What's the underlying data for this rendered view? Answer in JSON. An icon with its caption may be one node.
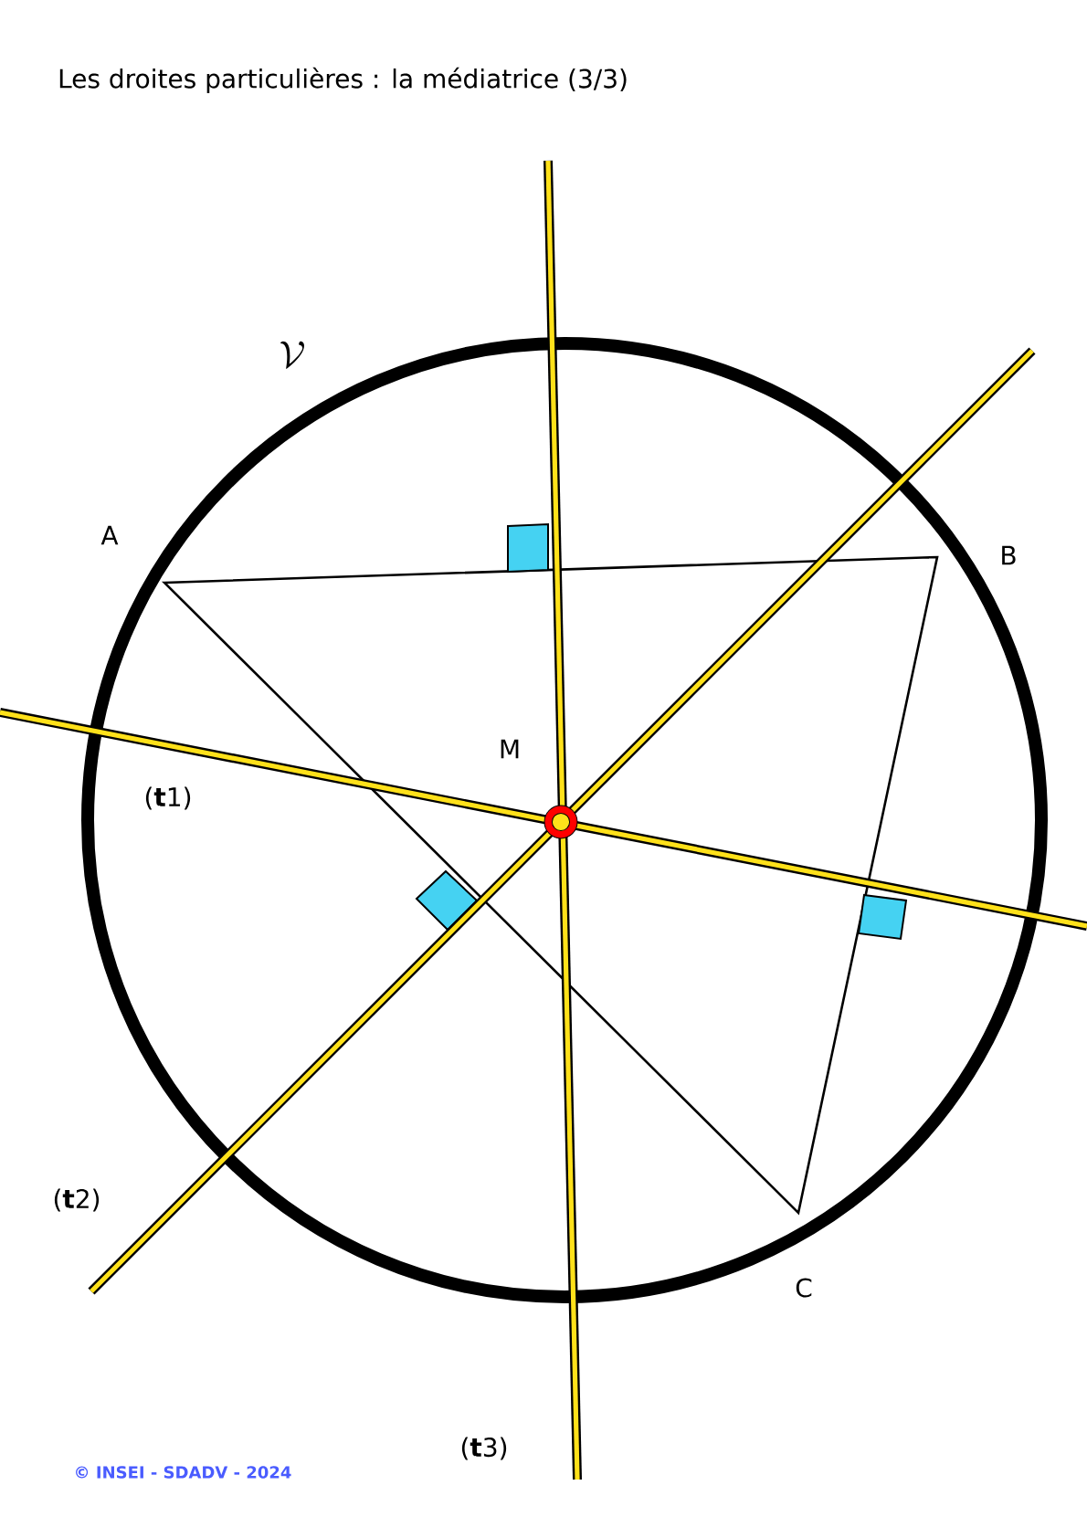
{
  "diagram": {
    "title": "Les droites particulières : la médiatrice (3/3)",
    "labels": [
      "\\mathcal{V}",
      "A",
      "B",
      "M",
      "(**t**1)",
      "(**t**2)",
      "C",
      "(**t**3)",
      "© INSEI - SDADV - 2024"
    ]
  }
}
